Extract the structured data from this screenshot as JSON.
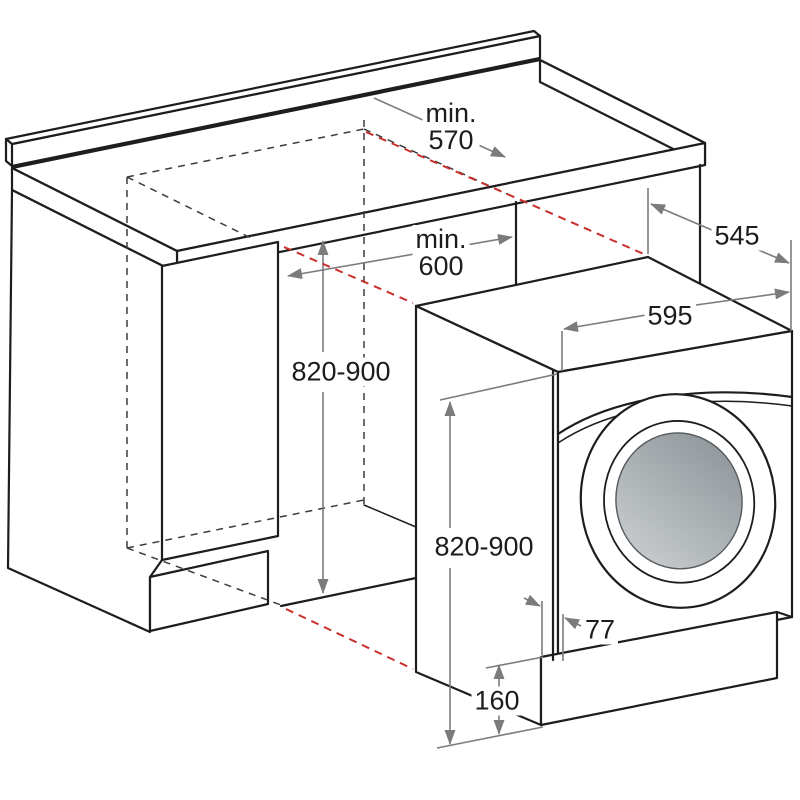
{
  "diagram": {
    "labels": {
      "cutout_depth": {
        "prefix": "min.",
        "value": "570"
      },
      "cutout_width": {
        "prefix": "min.",
        "value": "600"
      },
      "cutout_height": "820-900",
      "machine_depth": "545",
      "machine_width": "595",
      "machine_height": "820-900",
      "plinth_recess_depth": "77",
      "plinth_height": "160"
    },
    "colors": {
      "line": "#1d1d1d",
      "hidden": "#3c3c3c",
      "red": "#c9302c",
      "dim": "#7b7b7b",
      "drum-light": "#ced2d4",
      "drum-dark": "#899094",
      "bg": "#ffffff"
    }
  }
}
